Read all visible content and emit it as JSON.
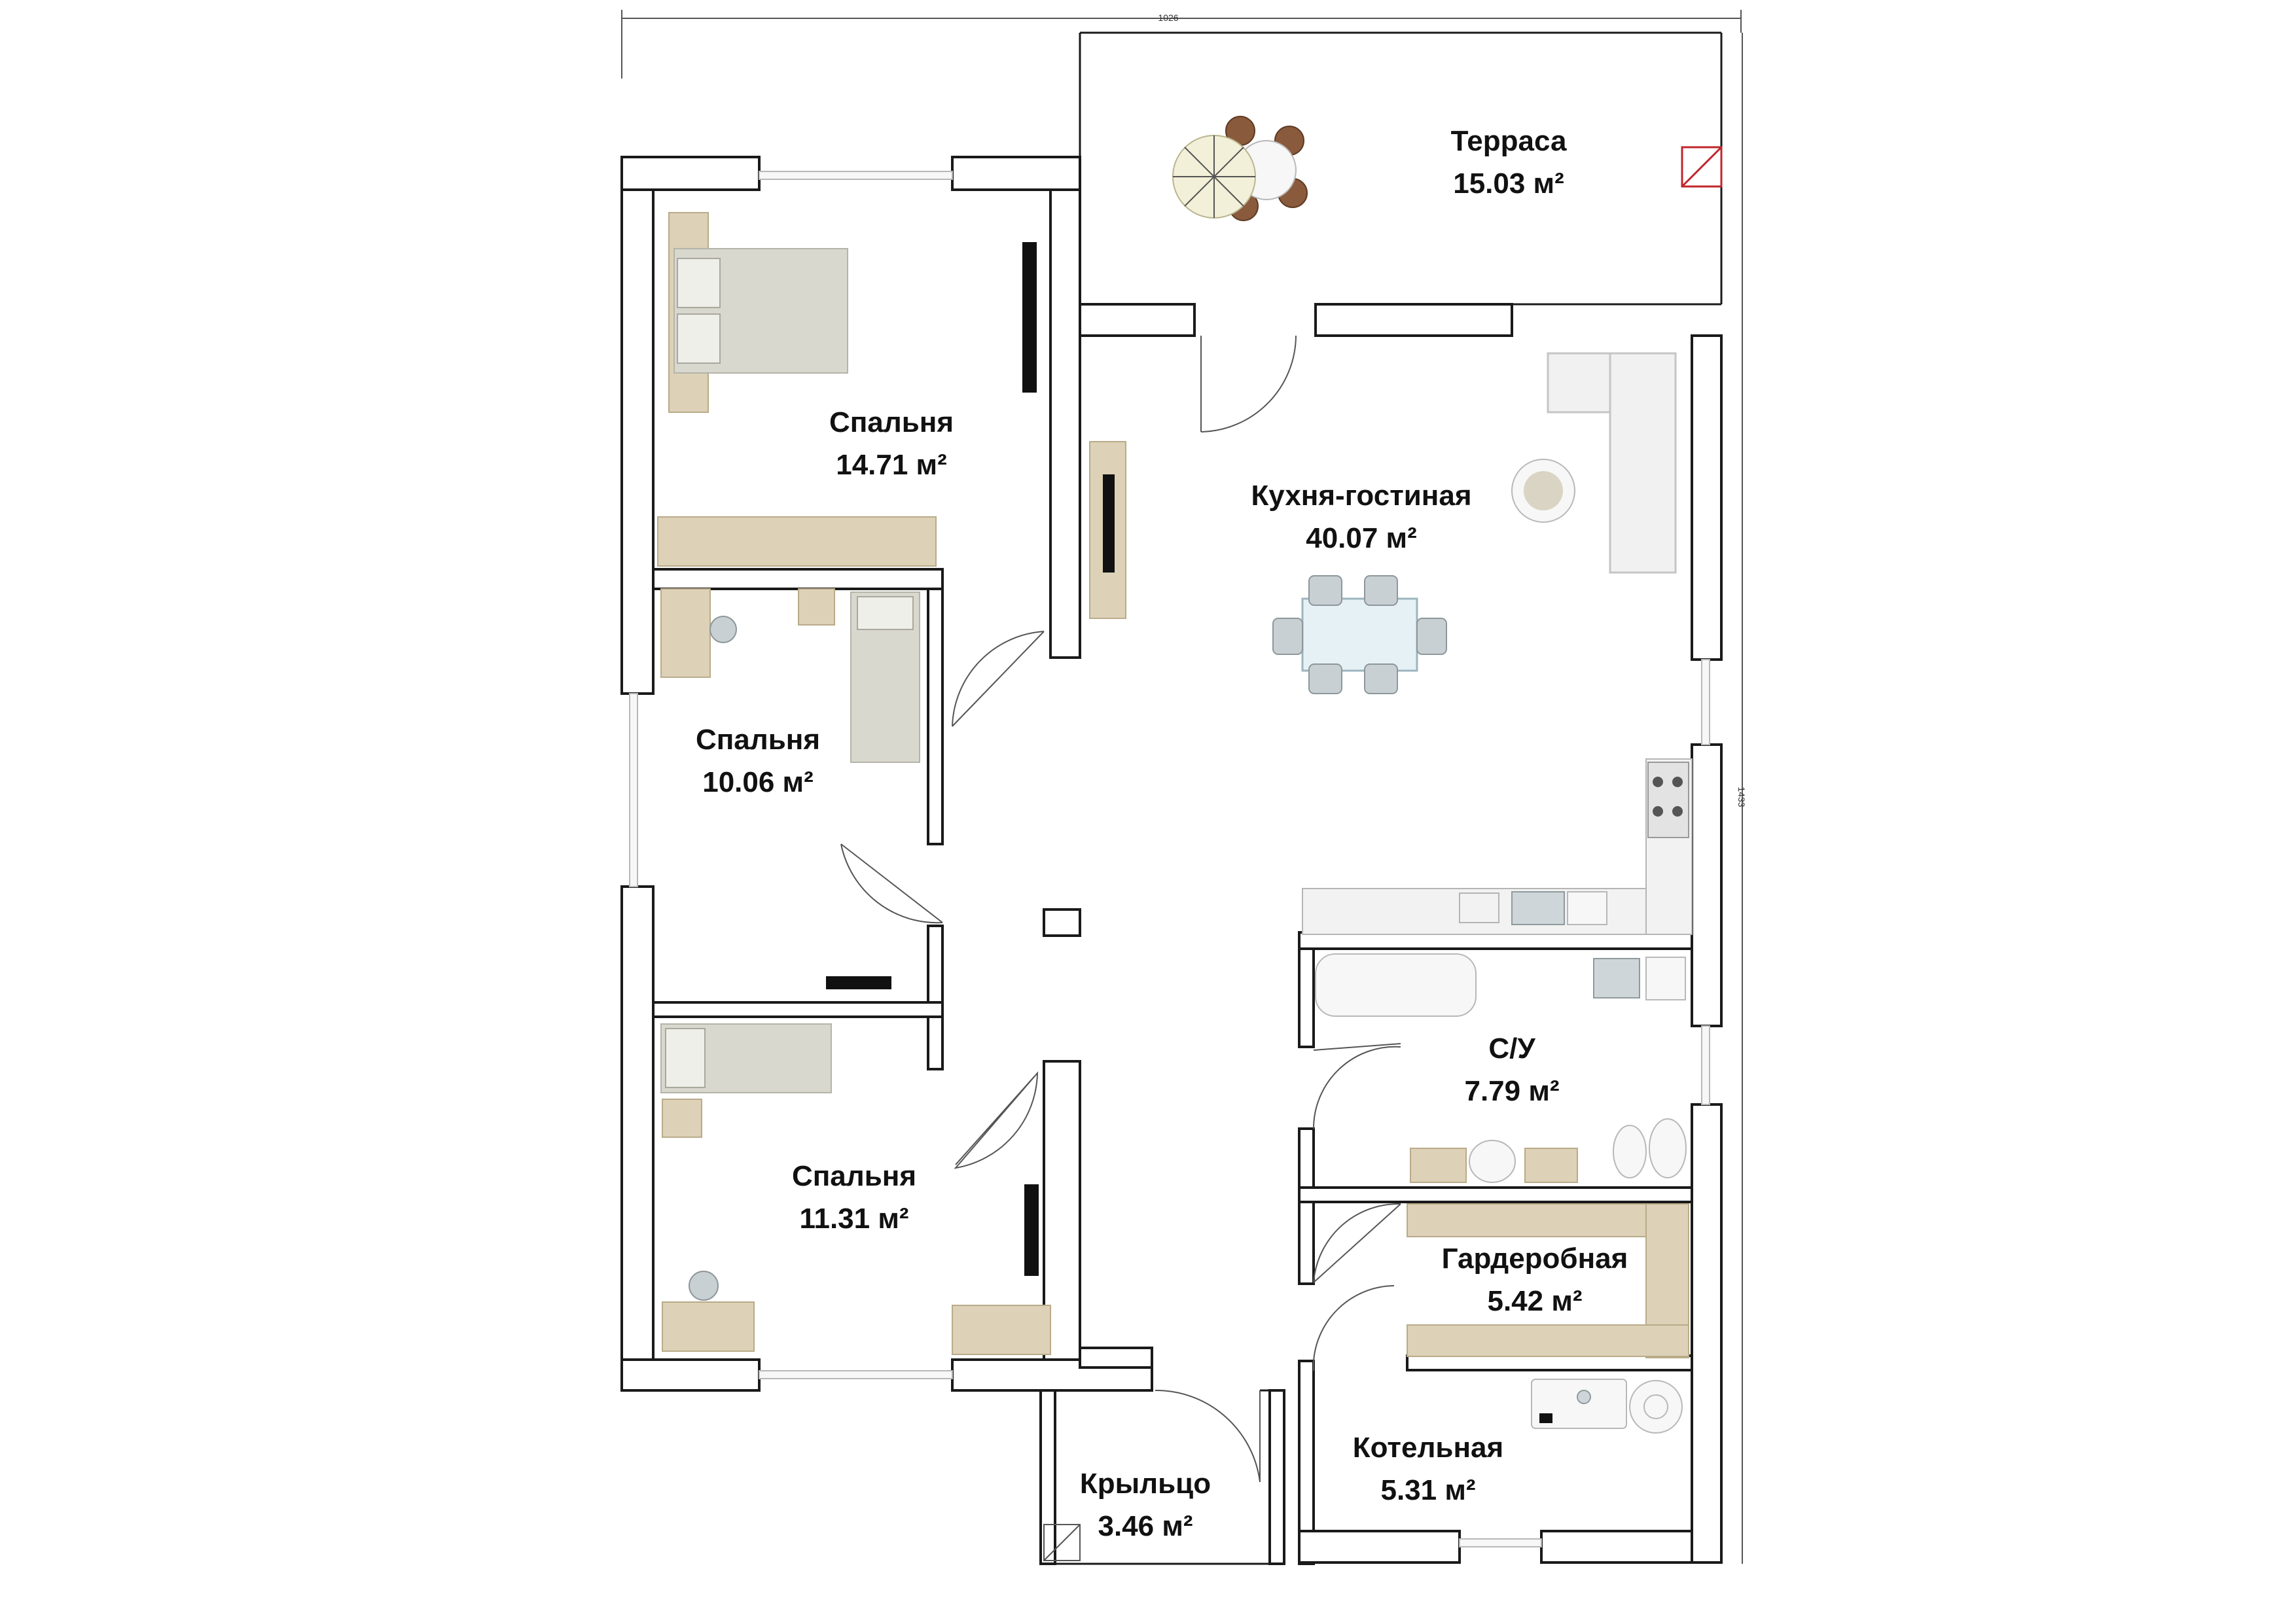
{
  "dimensions": {
    "width": "1026",
    "height": "1433"
  },
  "rooms": [
    {
      "id": "terrace",
      "name": "Терраса",
      "area": "15.03 м²"
    },
    {
      "id": "bedroom1",
      "name": "Спальня",
      "area": "14.71 м²"
    },
    {
      "id": "kitchen",
      "name": "Кухня-гостиная",
      "area": "40.07 м²"
    },
    {
      "id": "bedroom2",
      "name": "Спальня",
      "area": "10.06 м²"
    },
    {
      "id": "bathroom",
      "name": "С/У",
      "area": "7.79 м²"
    },
    {
      "id": "bedroom3",
      "name": "Спальня",
      "area": "11.31 м²"
    },
    {
      "id": "wardrobe",
      "name": "Гардеробная",
      "area": "5.42 м²"
    },
    {
      "id": "boiler",
      "name": "Котельная",
      "area": "5.31 м²"
    },
    {
      "id": "porch",
      "name": "Крыльцо",
      "area": "3.46 м²"
    }
  ],
  "colors": {
    "wall": "#1a1a1a",
    "wood": "#ddd2b8",
    "accent_red": "#c0262c"
  }
}
